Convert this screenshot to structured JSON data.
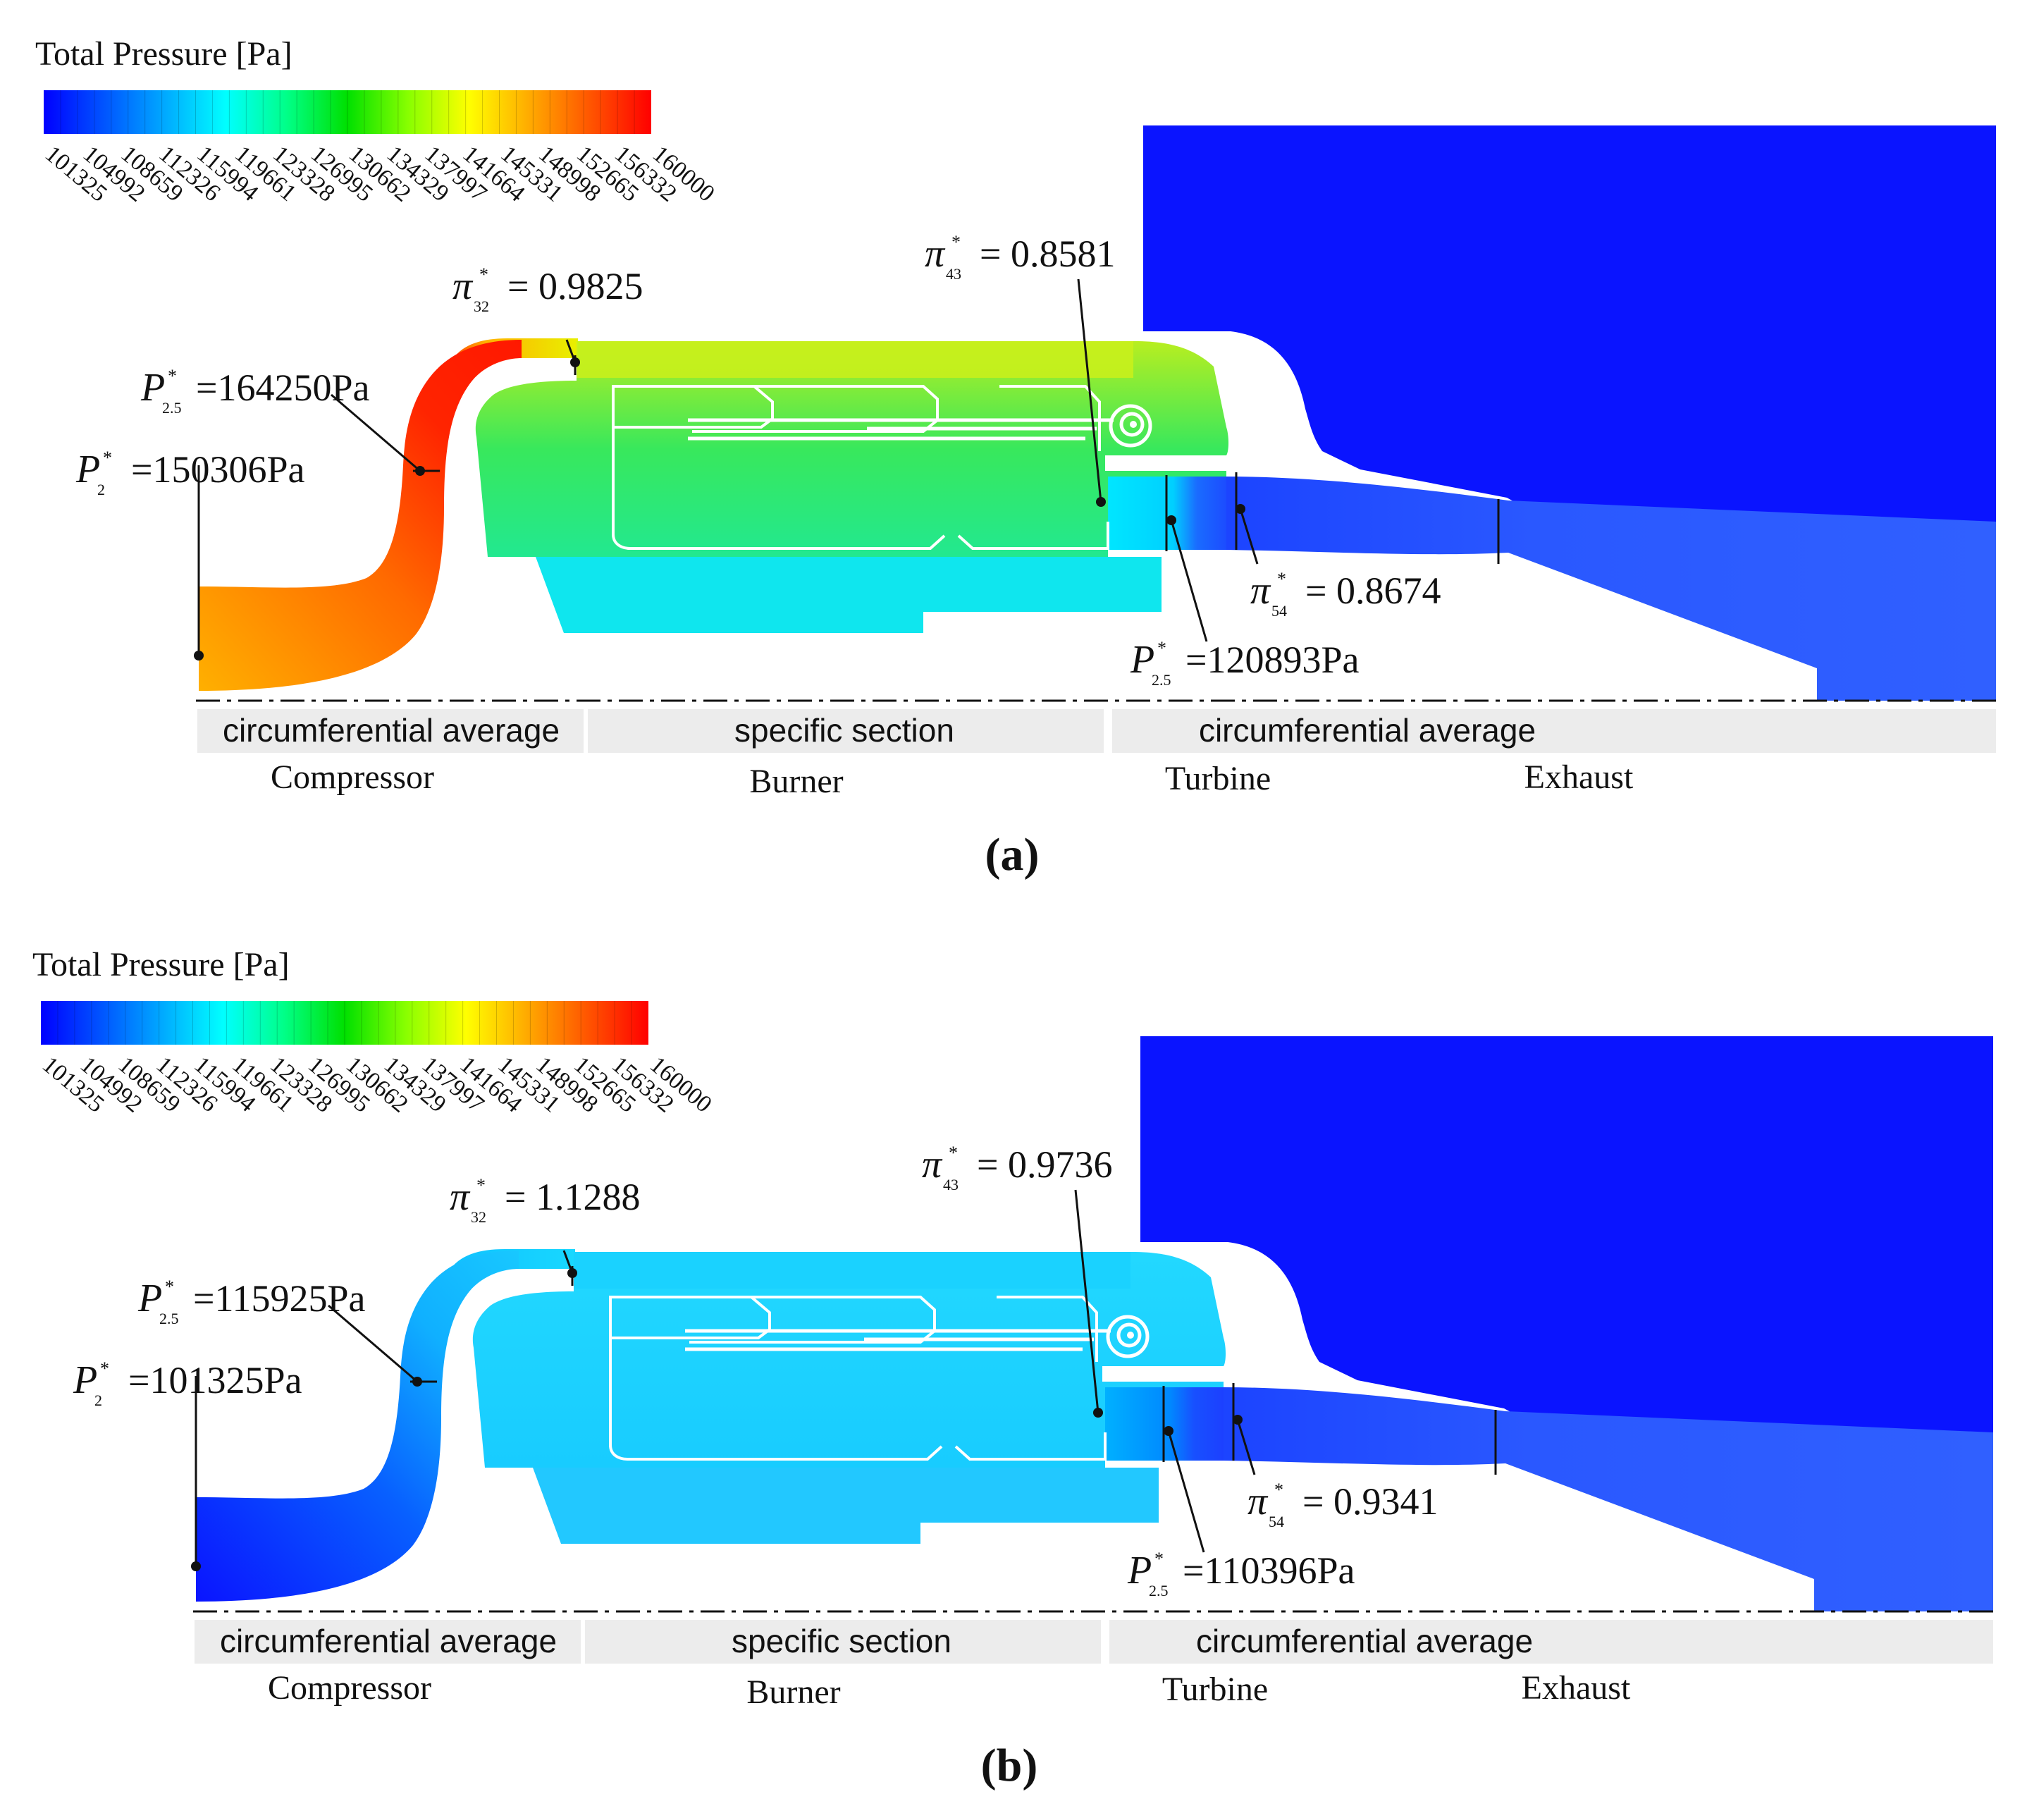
{
  "colorbar": {
    "title": "Total Pressure  [Pa]",
    "ticks": [
      "101325",
      "104992",
      "108659",
      "112326",
      "115994",
      "119661",
      "123328",
      "126995",
      "130662",
      "134329",
      "137997",
      "141664",
      "145331",
      "148998",
      "152665",
      "156332",
      "160000"
    ],
    "stops": [
      "#0000ff",
      "#0055ff",
      "#00aaff",
      "#00ffff",
      "#00ff88",
      "#00e000",
      "#88ff00",
      "#ffff00",
      "#ffaa00",
      "#ff5500",
      "#ff0000"
    ]
  },
  "panels": [
    {
      "label": "(a)",
      "colors": {
        "compressor_outer": "#ff2a00",
        "compressor_inlet": "#f5a000",
        "pipe": "#ffd200",
        "burner_casing": "#c8ef1c",
        "burner_core": "#33e85a",
        "liner": "#4cf0b8",
        "lower_casing": "#0fe6ee",
        "turbine": "#00c8ff",
        "exhaust": "#1c4cff",
        "ambient": "#0a14ff"
      },
      "annotations": {
        "pi32": {
          "symbol": "π",
          "sub": "32",
          "value": "= 0.9825"
        },
        "p25_top": {
          "symbol": "P",
          "sub": "2.5",
          "value": "=164250Pa"
        },
        "p2": {
          "symbol": "P",
          "sub": "2",
          "value": "=150306Pa"
        },
        "pi43": {
          "symbol": "π",
          "sub": "43",
          "value": "= 0.8581"
        },
        "pi54": {
          "symbol": "π",
          "sub": "54",
          "value": "= 0.8674"
        },
        "p25_bottom": {
          "symbol": "P",
          "sub": "2.5",
          "value": "=120893Pa"
        }
      },
      "sections": {
        "compressor_avg": "circumferential average",
        "burner_section": "specific section",
        "turbine_avg": "circumferential average"
      },
      "components": {
        "compressor": "Compressor",
        "burner": "Burner",
        "turbine": "Turbine",
        "exhaust": "Exhaust"
      }
    },
    {
      "label": "(b)",
      "colors": {
        "compressor_outer": "#10b4ff",
        "compressor_inlet": "#0a10ff",
        "pipe": "#00d8ff",
        "burner_casing": "#1ad2ff",
        "burner_core": "#1ccfff",
        "liner": "#1ad0ff",
        "lower_casing": "#22c8ff",
        "turbine": "#0080ff",
        "exhaust": "#1c4cff",
        "ambient": "#0a14ff"
      },
      "annotations": {
        "pi32": {
          "symbol": "π",
          "sub": "32",
          "value": "= 1.1288"
        },
        "p25_top": {
          "symbol": "P",
          "sub": "2.5",
          "value": "=115925Pa"
        },
        "p2": {
          "symbol": "P",
          "sub": "2",
          "value": "=101325Pa"
        },
        "pi43": {
          "symbol": "π",
          "sub": "43",
          "value": "= 0.9736"
        },
        "pi54": {
          "symbol": "π",
          "sub": "54",
          "value": "= 0.9341"
        },
        "p25_bottom": {
          "symbol": "P",
          "sub": "2.5",
          "value": "=110396Pa"
        }
      },
      "sections": {
        "compressor_avg": "circumferential average",
        "burner_section": "specific section",
        "turbine_avg": "circumferential average"
      },
      "components": {
        "compressor": "Compressor",
        "burner": "Burner",
        "turbine": "Turbine",
        "exhaust": "Exhaust"
      }
    }
  ]
}
